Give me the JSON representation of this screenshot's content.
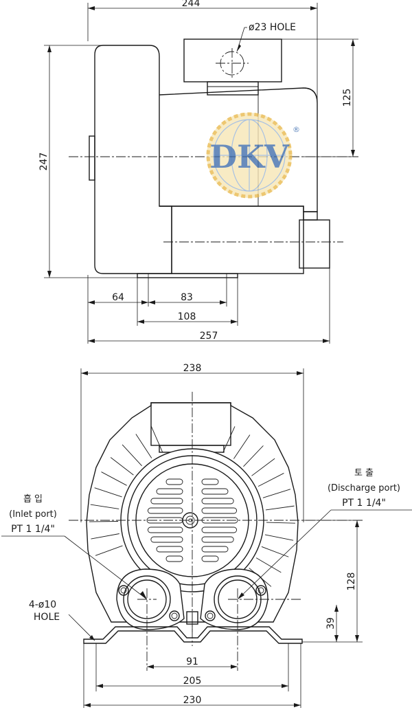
{
  "side_view": {
    "dim_top_width": "244",
    "hole_label": "ø23 HOLE",
    "dim_total_height": "247",
    "dim_center_height": "125",
    "dim_foot_offset": "64",
    "dim_foot_inner": "83",
    "dim_foot_outer": "108",
    "dim_total_length": "257"
  },
  "logo": {
    "text": "DKV",
    "trademark": "®",
    "color_primary": "#2a5fa8",
    "color_accent": "#e8b84a"
  },
  "front_view": {
    "dim_top_width": "238",
    "inlet_korean": "흡 입",
    "inlet_english": "(Inlet port)",
    "inlet_thread": "PT 1 1/4\"",
    "discharge_korean": "토 출",
    "discharge_english": "(Discharge port)",
    "discharge_thread": "PT 1 1/4\"",
    "mount_holes": "4-ø10",
    "mount_holes_word": "HOLE",
    "dim_center_height": "128",
    "dim_port_height": "39",
    "dim_port_spacing": "91",
    "dim_foot_inner": "205",
    "dim_foot_outer": "230"
  }
}
